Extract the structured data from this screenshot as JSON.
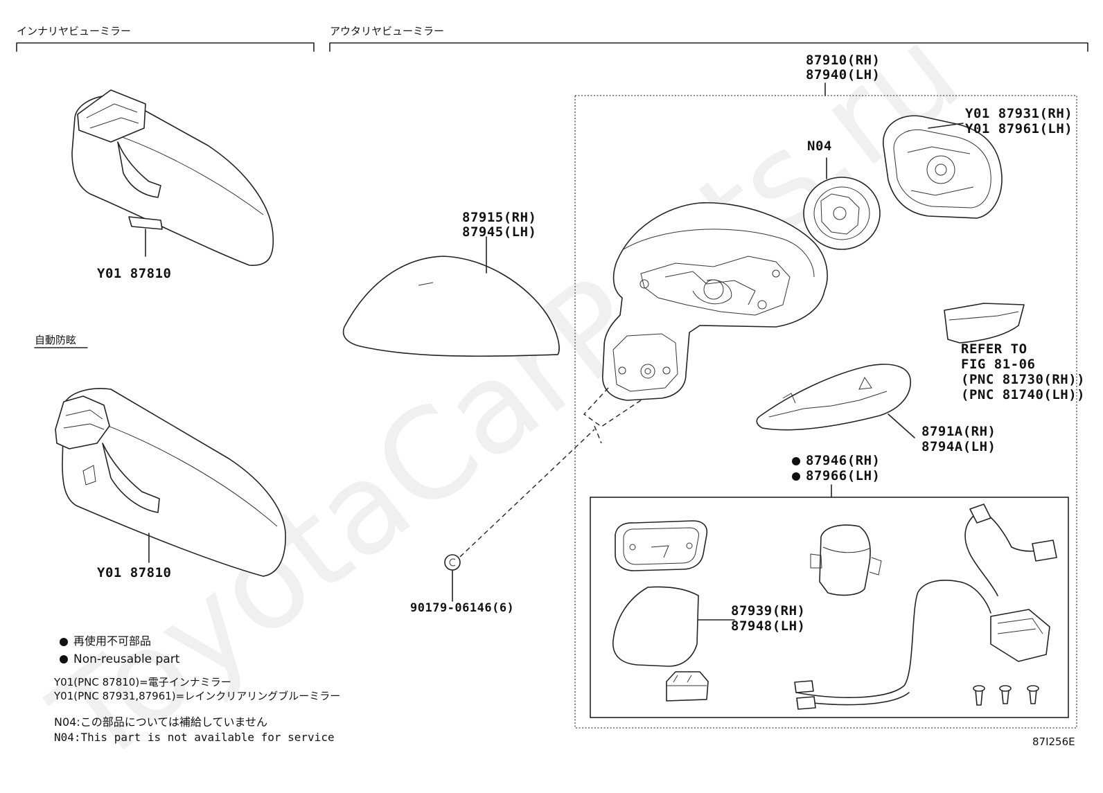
{
  "headers": {
    "inner_mirror": "インナリヤビューミラー",
    "outer_mirror": "アウタリヤビューミラー",
    "auto_dimming": "自動防眩"
  },
  "parts": {
    "inner_upper": "Y01 87810",
    "inner_lower": "Y01 87810",
    "cover_rh": "87915(RH)",
    "cover_lh": "87945(LH)",
    "assy_rh": "87910(RH)",
    "assy_lh": "87940(LH)",
    "glass_rh": "Y01 87931(RH)",
    "glass_lh": "Y01 87961(LH)",
    "motor": "N04",
    "refer_1": "REFER TO",
    "refer_2": "FIG 81-06",
    "refer_3": "(PNC 81730(RH))",
    "refer_4": "(PNC 81740(LH))",
    "lamp_rh": "8791A(RH)",
    "lamp_lh": "8794A(LH)",
    "sub_rh": "87946(RH)",
    "sub_lh": "87966(LH)",
    "holder_rh": "87939(RH)",
    "holder_lh": "87948(LH)",
    "clip": "90179-06146(6)"
  },
  "legend": {
    "jp_nonreusable": "再使用不可部品",
    "en_nonreusable": "Non-reusable part",
    "y01_line1": "Y01(PNC 87810)=電子インナミラー",
    "y01_line2": "Y01(PNC 87931,87961)=レインクリアリングブルーミラー",
    "n04_jp": "N04:この部品については補給していません",
    "n04_en": "N04:This part is not available for service"
  },
  "figure_code": "87I256E",
  "watermark": "ToyotaCarParts.ru"
}
